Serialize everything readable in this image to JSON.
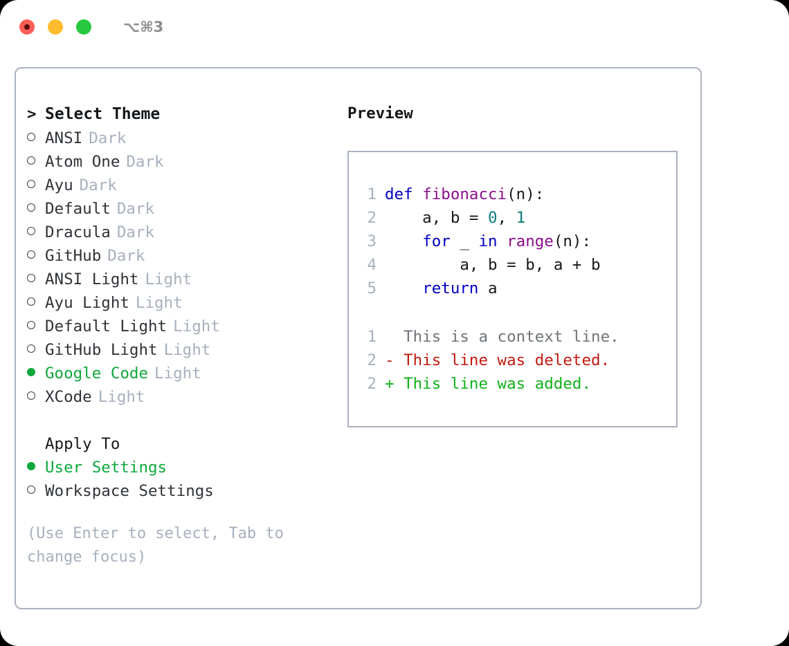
{
  "titlebar": {
    "shortcut": "⌥⌘3",
    "lights": [
      {
        "name": "close",
        "color": "#ff5f57"
      },
      {
        "name": "minimize",
        "color": "#febc2e"
      },
      {
        "name": "maximize",
        "color": "#28c840"
      }
    ]
  },
  "theme_picker": {
    "heading_marker": ">",
    "heading": "Select Theme",
    "selected_theme": "Google Code",
    "accent_color": "#0fa83c",
    "badge_color": "#a7b0bd",
    "items": [
      {
        "marker": "○",
        "name": "ANSI",
        "badge": "Dark",
        "selected": false
      },
      {
        "marker": "○",
        "name": "Atom One",
        "badge": "Dark",
        "selected": false
      },
      {
        "marker": "○",
        "name": "Ayu",
        "badge": "Dark",
        "selected": false
      },
      {
        "marker": "○",
        "name": "Default",
        "badge": "Dark",
        "selected": false
      },
      {
        "marker": "○",
        "name": "Dracula",
        "badge": "Dark",
        "selected": false
      },
      {
        "marker": "○",
        "name": "GitHub",
        "badge": "Dark",
        "selected": false
      },
      {
        "marker": "○",
        "name": "ANSI Light",
        "badge": "Light",
        "selected": false
      },
      {
        "marker": "○",
        "name": "Ayu Light",
        "badge": "Light",
        "selected": false
      },
      {
        "marker": "○",
        "name": "Default Light",
        "badge": "Light",
        "selected": false
      },
      {
        "marker": "○",
        "name": "GitHub Light",
        "badge": "Light",
        "selected": false
      },
      {
        "marker": "●",
        "name": "Google Code",
        "badge": "Light",
        "selected": true
      },
      {
        "marker": "○",
        "name": "XCode",
        "badge": "Light",
        "selected": false
      }
    ]
  },
  "apply_to": {
    "label": "Apply To",
    "options": [
      {
        "marker": "●",
        "name": "User Settings",
        "selected": true
      },
      {
        "marker": "○",
        "name": "Workspace Settings",
        "selected": false
      }
    ]
  },
  "hint": "(Use Enter to select, Tab to change focus)",
  "preview": {
    "title": "Preview",
    "code_lines": [
      {
        "number": "1",
        "tokens": [
          {
            "t": "def ",
            "c": "kw"
          },
          {
            "t": "fibonacci",
            "c": "fn"
          },
          {
            "t": "(n):",
            "c": "pl"
          }
        ]
      },
      {
        "number": "2",
        "tokens": [
          {
            "t": "    a, b = ",
            "c": "pl"
          },
          {
            "t": "0",
            "c": "num"
          },
          {
            "t": ", ",
            "c": "pl"
          },
          {
            "t": "1",
            "c": "num"
          }
        ]
      },
      {
        "number": "3",
        "tokens": [
          {
            "t": "    ",
            "c": "pl"
          },
          {
            "t": "for",
            "c": "kw"
          },
          {
            "t": " _ ",
            "c": "pl"
          },
          {
            "t": "in",
            "c": "kw"
          },
          {
            "t": " ",
            "c": "pl"
          },
          {
            "t": "range",
            "c": "fn"
          },
          {
            "t": "(n):",
            "c": "pl"
          }
        ]
      },
      {
        "number": "4",
        "tokens": [
          {
            "t": "        a, b = b, a + b",
            "c": "pl"
          }
        ]
      },
      {
        "number": "5",
        "tokens": [
          {
            "t": "    ",
            "c": "pl"
          },
          {
            "t": "return",
            "c": "kw"
          },
          {
            "t": " a",
            "c": "pl"
          }
        ]
      }
    ],
    "diff_lines": [
      {
        "number": "1",
        "prefix": "  ",
        "text": "This is a context line.",
        "kind": "ctx"
      },
      {
        "number": "2",
        "prefix": "- ",
        "text": "This line was deleted.",
        "kind": "del"
      },
      {
        "number": "2",
        "prefix": "+ ",
        "text": "This line was added.",
        "kind": "add"
      }
    ],
    "colors": {
      "keyword": "#0000c4",
      "function": "#8b0f8b",
      "number": "#0c7b7b",
      "plain": "#16181b",
      "line_number": "#a7b0bd",
      "context": "#6f7478",
      "deleted": "#c21a0f",
      "added": "#11b21a"
    }
  }
}
